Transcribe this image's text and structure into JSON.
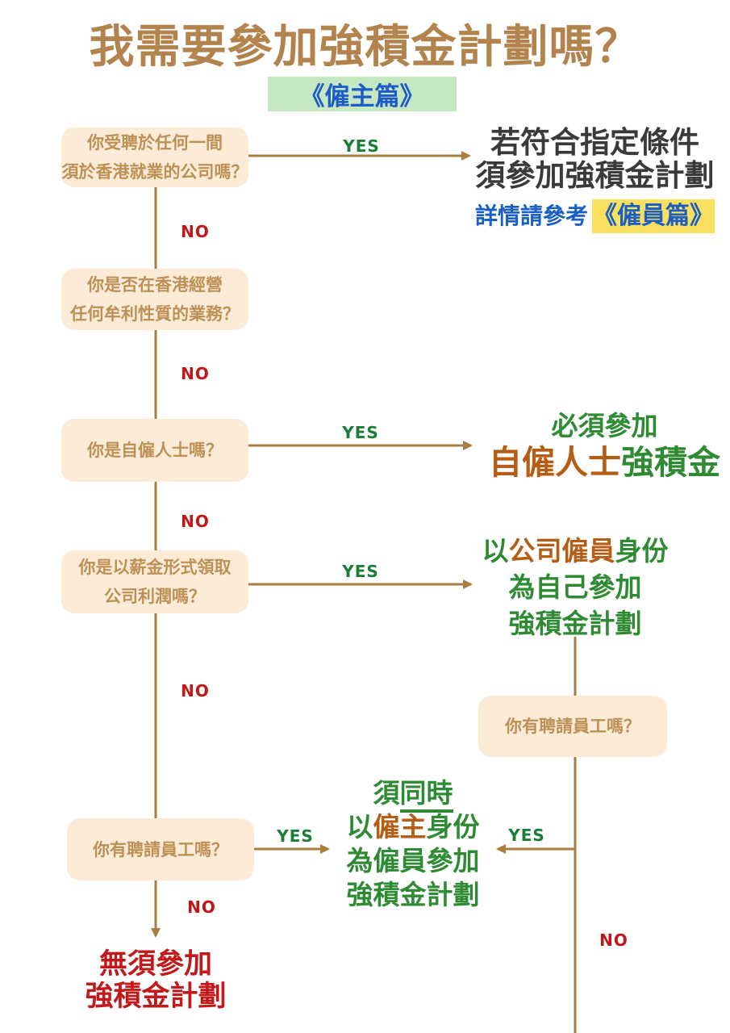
{
  "header": {
    "title": "我需要參加強積金計劃嗎？",
    "edition": "《僱主篇》"
  },
  "labels": {
    "yes": "YES",
    "no": "NO"
  },
  "colors": {
    "title_brown": "#b3834d",
    "question_box_bg": "#fcecd7",
    "question_box_text": "#bd9055",
    "connector_brown": "#a87e41",
    "yes_green": "#1b7c37",
    "no_red": "#c11718",
    "result_green": "#2e8b33",
    "accent_orange": "#b55d15",
    "dark_text": "#3a3a3a",
    "link_blue": "#1a5fc4",
    "yellow_highlight": "#fbdf5e",
    "edition_badge_bg": "#c5e8c2",
    "fail_red": "#c21a1a"
  },
  "questions": {
    "q1": {
      "line1": "你受聘於任何一間",
      "line2": "須於香港就業的公司嗎？"
    },
    "q2": {
      "line1": "你是否在香港經營",
      "line2": "任何牟利性質的業務？"
    },
    "q3": {
      "line1": "你是自僱人士嗎？"
    },
    "q4": {
      "line1": "你是以薪金形式領取",
      "line2": "公司利潤嗎？"
    },
    "q5_left": {
      "line1": "你有聘請員工嗎？"
    },
    "q5_right": {
      "line1": "你有聘請員工嗎？"
    }
  },
  "results": {
    "employee_scheme": {
      "line1": "若符合指定條件",
      "line2": "須參加強積金計劃",
      "note_text": "詳情請參考",
      "note_badge": "《僱員篇》"
    },
    "self_employed": {
      "line1": "必須參加",
      "line2_accent": "自僱人士",
      "line2_rest": "強積金"
    },
    "company_employee": {
      "line1_pre": "以",
      "line1_accent": "公司僱員",
      "line1_post": "身份",
      "line2": "為自己參加",
      "line3": "強積金計劃"
    },
    "employer_duty": {
      "line1_pre": "須",
      "line1_underlined": "同時",
      "line2_pre": "以",
      "line2_accent": "僱主",
      "line2_post": "身份",
      "line3": "為僱員參加",
      "line4": "強積金計劃"
    },
    "not_required": {
      "line1": "無須參加",
      "line2": "強積金計劃"
    }
  }
}
